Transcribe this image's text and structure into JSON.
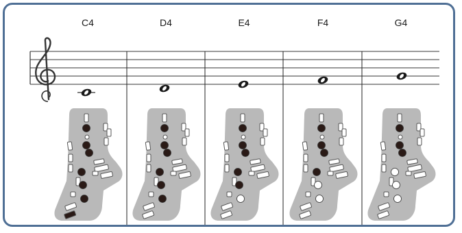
{
  "notes": [
    {
      "name": "C4",
      "pitch": 0,
      "keys": {
        "k1": true,
        "k2": false,
        "k3": true,
        "k4": true,
        "k5": true,
        "k6": true,
        "k7": true,
        "low": true
      }
    },
    {
      "name": "D4",
      "pitch": 1,
      "keys": {
        "k1": true,
        "k2": false,
        "k3": true,
        "k4": true,
        "k5": true,
        "k6": true,
        "k7": true,
        "low": false
      }
    },
    {
      "name": "E4",
      "pitch": 2,
      "keys": {
        "k1": true,
        "k2": false,
        "k3": true,
        "k4": true,
        "k5": true,
        "k6": true,
        "k7": false,
        "low": false
      }
    },
    {
      "name": "F4",
      "pitch": 3,
      "keys": {
        "k1": true,
        "k2": false,
        "k3": true,
        "k4": true,
        "k5": true,
        "k6": false,
        "k7": false,
        "low": false
      }
    },
    {
      "name": "G4",
      "pitch": 4,
      "keys": {
        "k1": true,
        "k2": false,
        "k3": true,
        "k4": true,
        "k5": false,
        "k6": false,
        "k7": false,
        "low": false
      }
    }
  ],
  "colors": {
    "frame": "#4f6f95",
    "body": "#b9b9b9",
    "closed_key": "#2a1a16",
    "open_key": "#ffffff",
    "staff": "#333333"
  },
  "icons": {
    "clef": "treble-clef-icon",
    "note": "whole-note-icon",
    "fingering": "saxophone-fingering-icon"
  }
}
